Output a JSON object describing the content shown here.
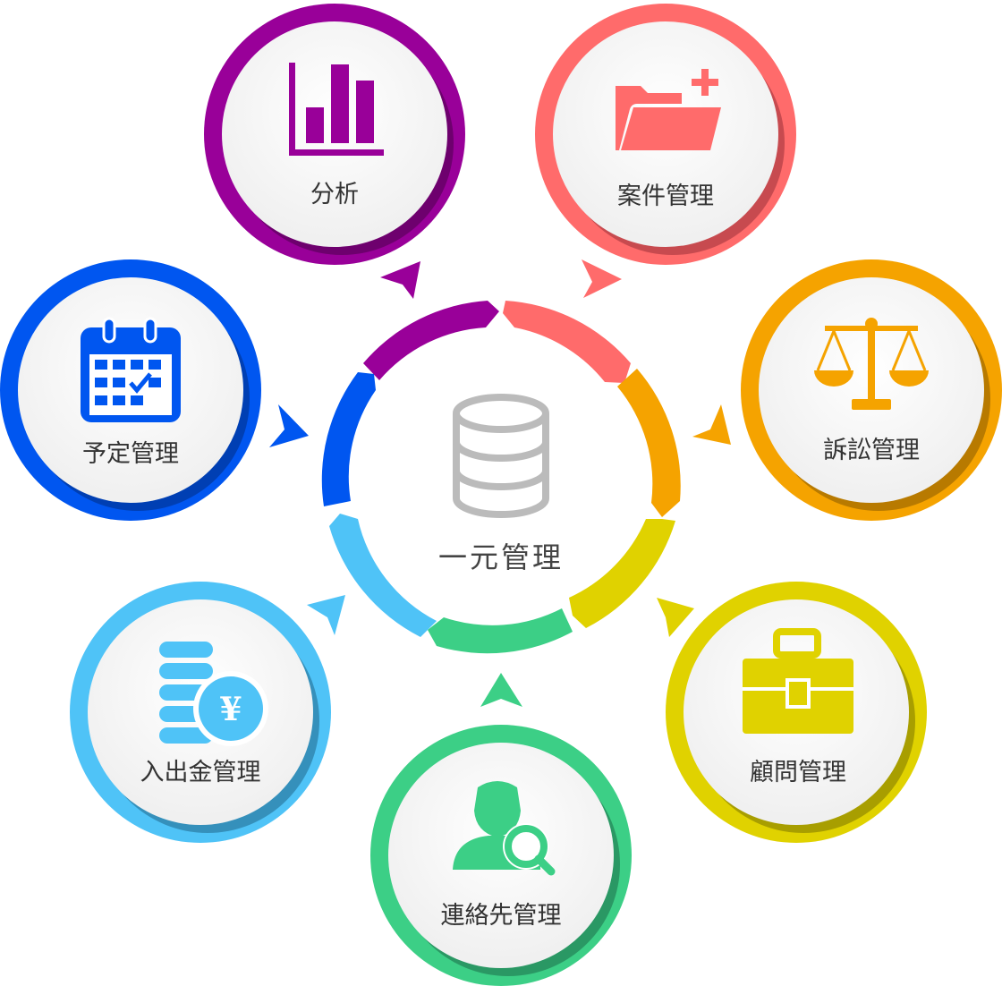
{
  "center": {
    "label": "一元管理",
    "icon": "database-icon",
    "icon_color": "#bbbbbb"
  },
  "nodes": [
    {
      "id": "analysis",
      "label": "分析",
      "icon": "bar-chart-icon",
      "color": "#990099",
      "shadow": "#6e006e"
    },
    {
      "id": "cases",
      "label": "案件管理",
      "icon": "folder-plus-icon",
      "color": "#ff6b6b",
      "shadow": "#c74a4f"
    },
    {
      "id": "litigation",
      "label": "訴訟管理",
      "icon": "scales-icon",
      "color": "#f5a300",
      "shadow": "#b87a00"
    },
    {
      "id": "advisory",
      "label": "顧問管理",
      "icon": "briefcase-icon",
      "color": "#e0d200",
      "shadow": "#a89e00"
    },
    {
      "id": "contacts",
      "label": "連絡先管理",
      "icon": "person-search-icon",
      "color": "#3ccf86",
      "shadow": "#2a9864"
    },
    {
      "id": "payments",
      "label": "入出金管理",
      "icon": "coins-yen-icon",
      "color": "#4fc3f7",
      "shadow": "#3590bb"
    },
    {
      "id": "schedule",
      "label": "予定管理",
      "icon": "calendar-check-icon",
      "color": "#0056f0",
      "shadow": "#003fb3"
    }
  ]
}
